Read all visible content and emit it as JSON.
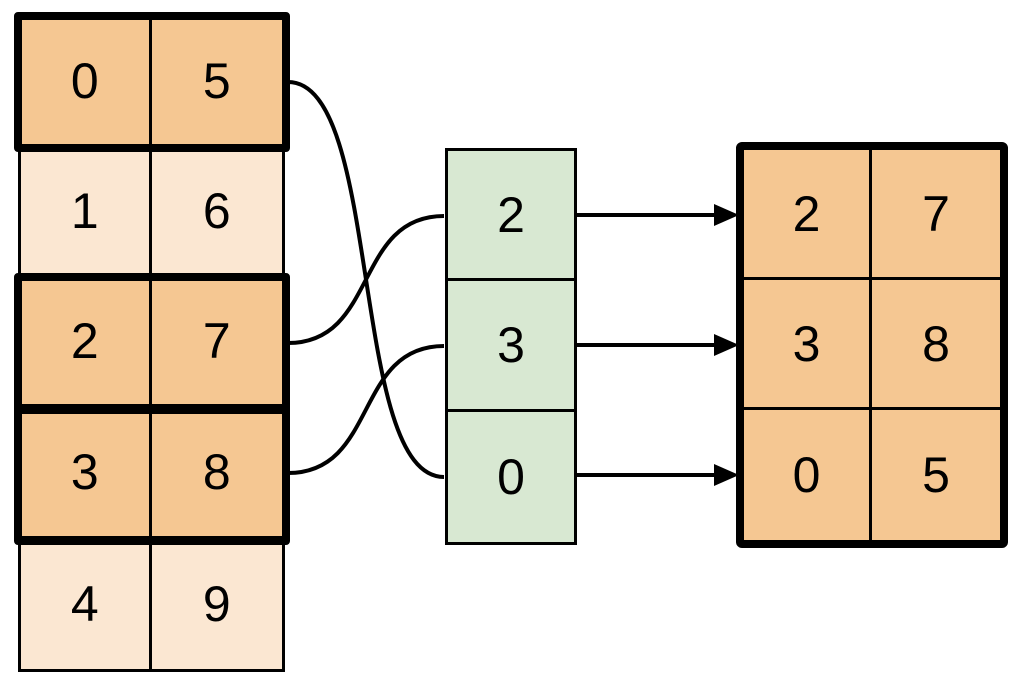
{
  "source_table": {
    "rows": [
      {
        "cells": [
          "0",
          "5"
        ],
        "highlighted": true
      },
      {
        "cells": [
          "1",
          "6"
        ],
        "highlighted": false
      },
      {
        "cells": [
          "2",
          "7"
        ],
        "highlighted": true
      },
      {
        "cells": [
          "3",
          "8"
        ],
        "highlighted": true
      },
      {
        "cells": [
          "4",
          "9"
        ],
        "highlighted": false
      }
    ]
  },
  "index_column": {
    "cells": [
      "2",
      "3",
      "0"
    ]
  },
  "result_table": {
    "rows": [
      {
        "cells": [
          "2",
          "7"
        ]
      },
      {
        "cells": [
          "3",
          "8"
        ]
      },
      {
        "cells": [
          "0",
          "5"
        ]
      }
    ]
  },
  "connections": {
    "source_to_index": [
      {
        "source_row_values": [
          "0",
          "5"
        ],
        "index_value": "0"
      },
      {
        "source_row_values": [
          "2",
          "7"
        ],
        "index_value": "2"
      },
      {
        "source_row_values": [
          "3",
          "8"
        ],
        "index_value": "3"
      }
    ],
    "index_to_result": [
      {
        "index_value": "2",
        "result_row_values": [
          "2",
          "7"
        ]
      },
      {
        "index_value": "3",
        "result_row_values": [
          "3",
          "8"
        ]
      },
      {
        "index_value": "0",
        "result_row_values": [
          "0",
          "5"
        ]
      }
    ]
  },
  "colors": {
    "highlight_fill": "#F5C792",
    "plain_fill": "#FBE7D2",
    "index_fill": "#D8E8D2",
    "stroke": "#000000"
  }
}
